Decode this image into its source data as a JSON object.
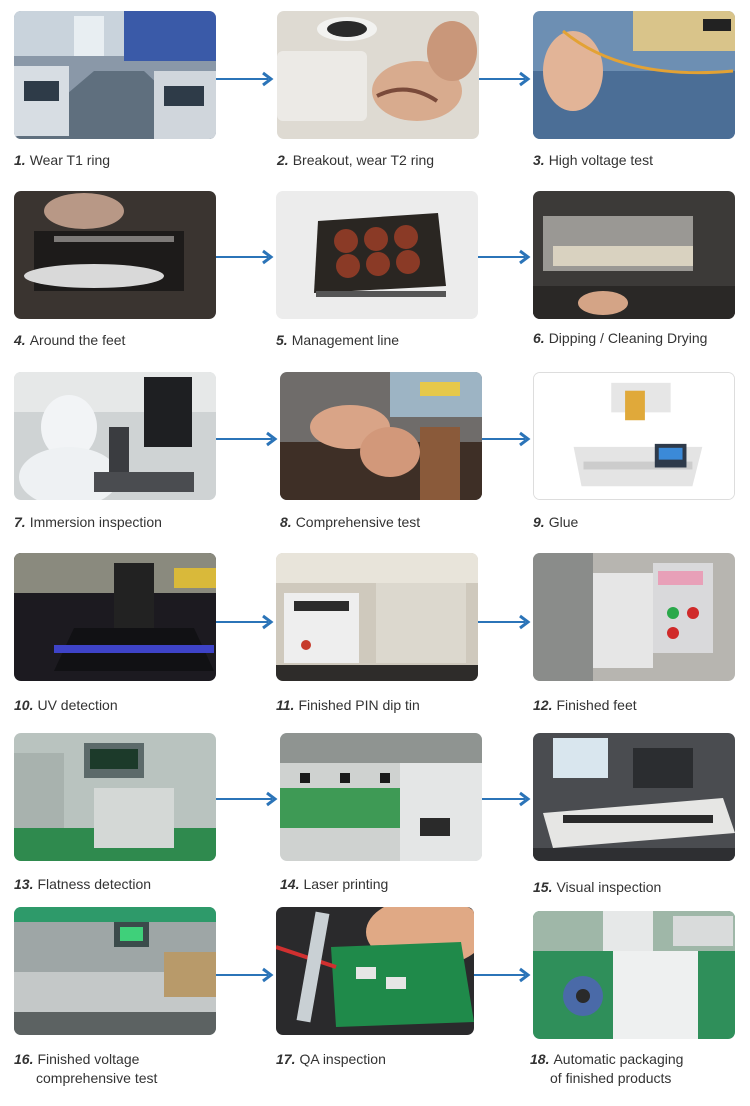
{
  "accent_color": "#2b74b8",
  "steps": [
    {
      "num": "1.",
      "label": "Wear T1 ring",
      "icon": "factory-floor-photo"
    },
    {
      "num": "2.",
      "label": "Breakout, wear T2 ring",
      "icon": "hand-wiring-photo"
    },
    {
      "num": "3.",
      "label": "High voltage test",
      "icon": "voltage-tester-photo"
    },
    {
      "num": "4.",
      "label": "Around the feet",
      "icon": "winding-pins-photo"
    },
    {
      "num": "5.",
      "label": "Management line",
      "icon": "transformer-module-photo"
    },
    {
      "num": "6.",
      "label": "Dipping / Cleaning Drying",
      "icon": "dipping-tank-photo"
    },
    {
      "num": "7.",
      "label": "Immersion inspection",
      "icon": "microscope-worker-photo"
    },
    {
      "num": "8.",
      "label": "Comprehensive test",
      "icon": "test-bench-photo"
    },
    {
      "num": "9.",
      "label": "Glue",
      "icon": "glue-dispenser-photo"
    },
    {
      "num": "10.",
      "label": "UV detection",
      "icon": "uv-lamp-photo"
    },
    {
      "num": "11.",
      "label": "Finished PIN dip tin",
      "icon": "tin-machine-photo"
    },
    {
      "num": "12.",
      "label": "Finished feet",
      "icon": "forming-machine-photo"
    },
    {
      "num": "13.",
      "label": "Flatness detection",
      "icon": "flatness-tester-photo"
    },
    {
      "num": "14.",
      "label": "Laser printing",
      "icon": "laser-printer-photo"
    },
    {
      "num": "15.",
      "label": "Visual inspection",
      "icon": "vision-station-photo"
    },
    {
      "num": "16.",
      "label": "Finished voltage",
      "label2": "comprehensive test",
      "icon": "voltage-line-photo"
    },
    {
      "num": "17.",
      "label": "QA inspection",
      "icon": "qa-board-photo"
    },
    {
      "num": "18.",
      "label": "Automatic packaging",
      "label2": "of finished products",
      "icon": "packaging-machine-photo"
    }
  ]
}
